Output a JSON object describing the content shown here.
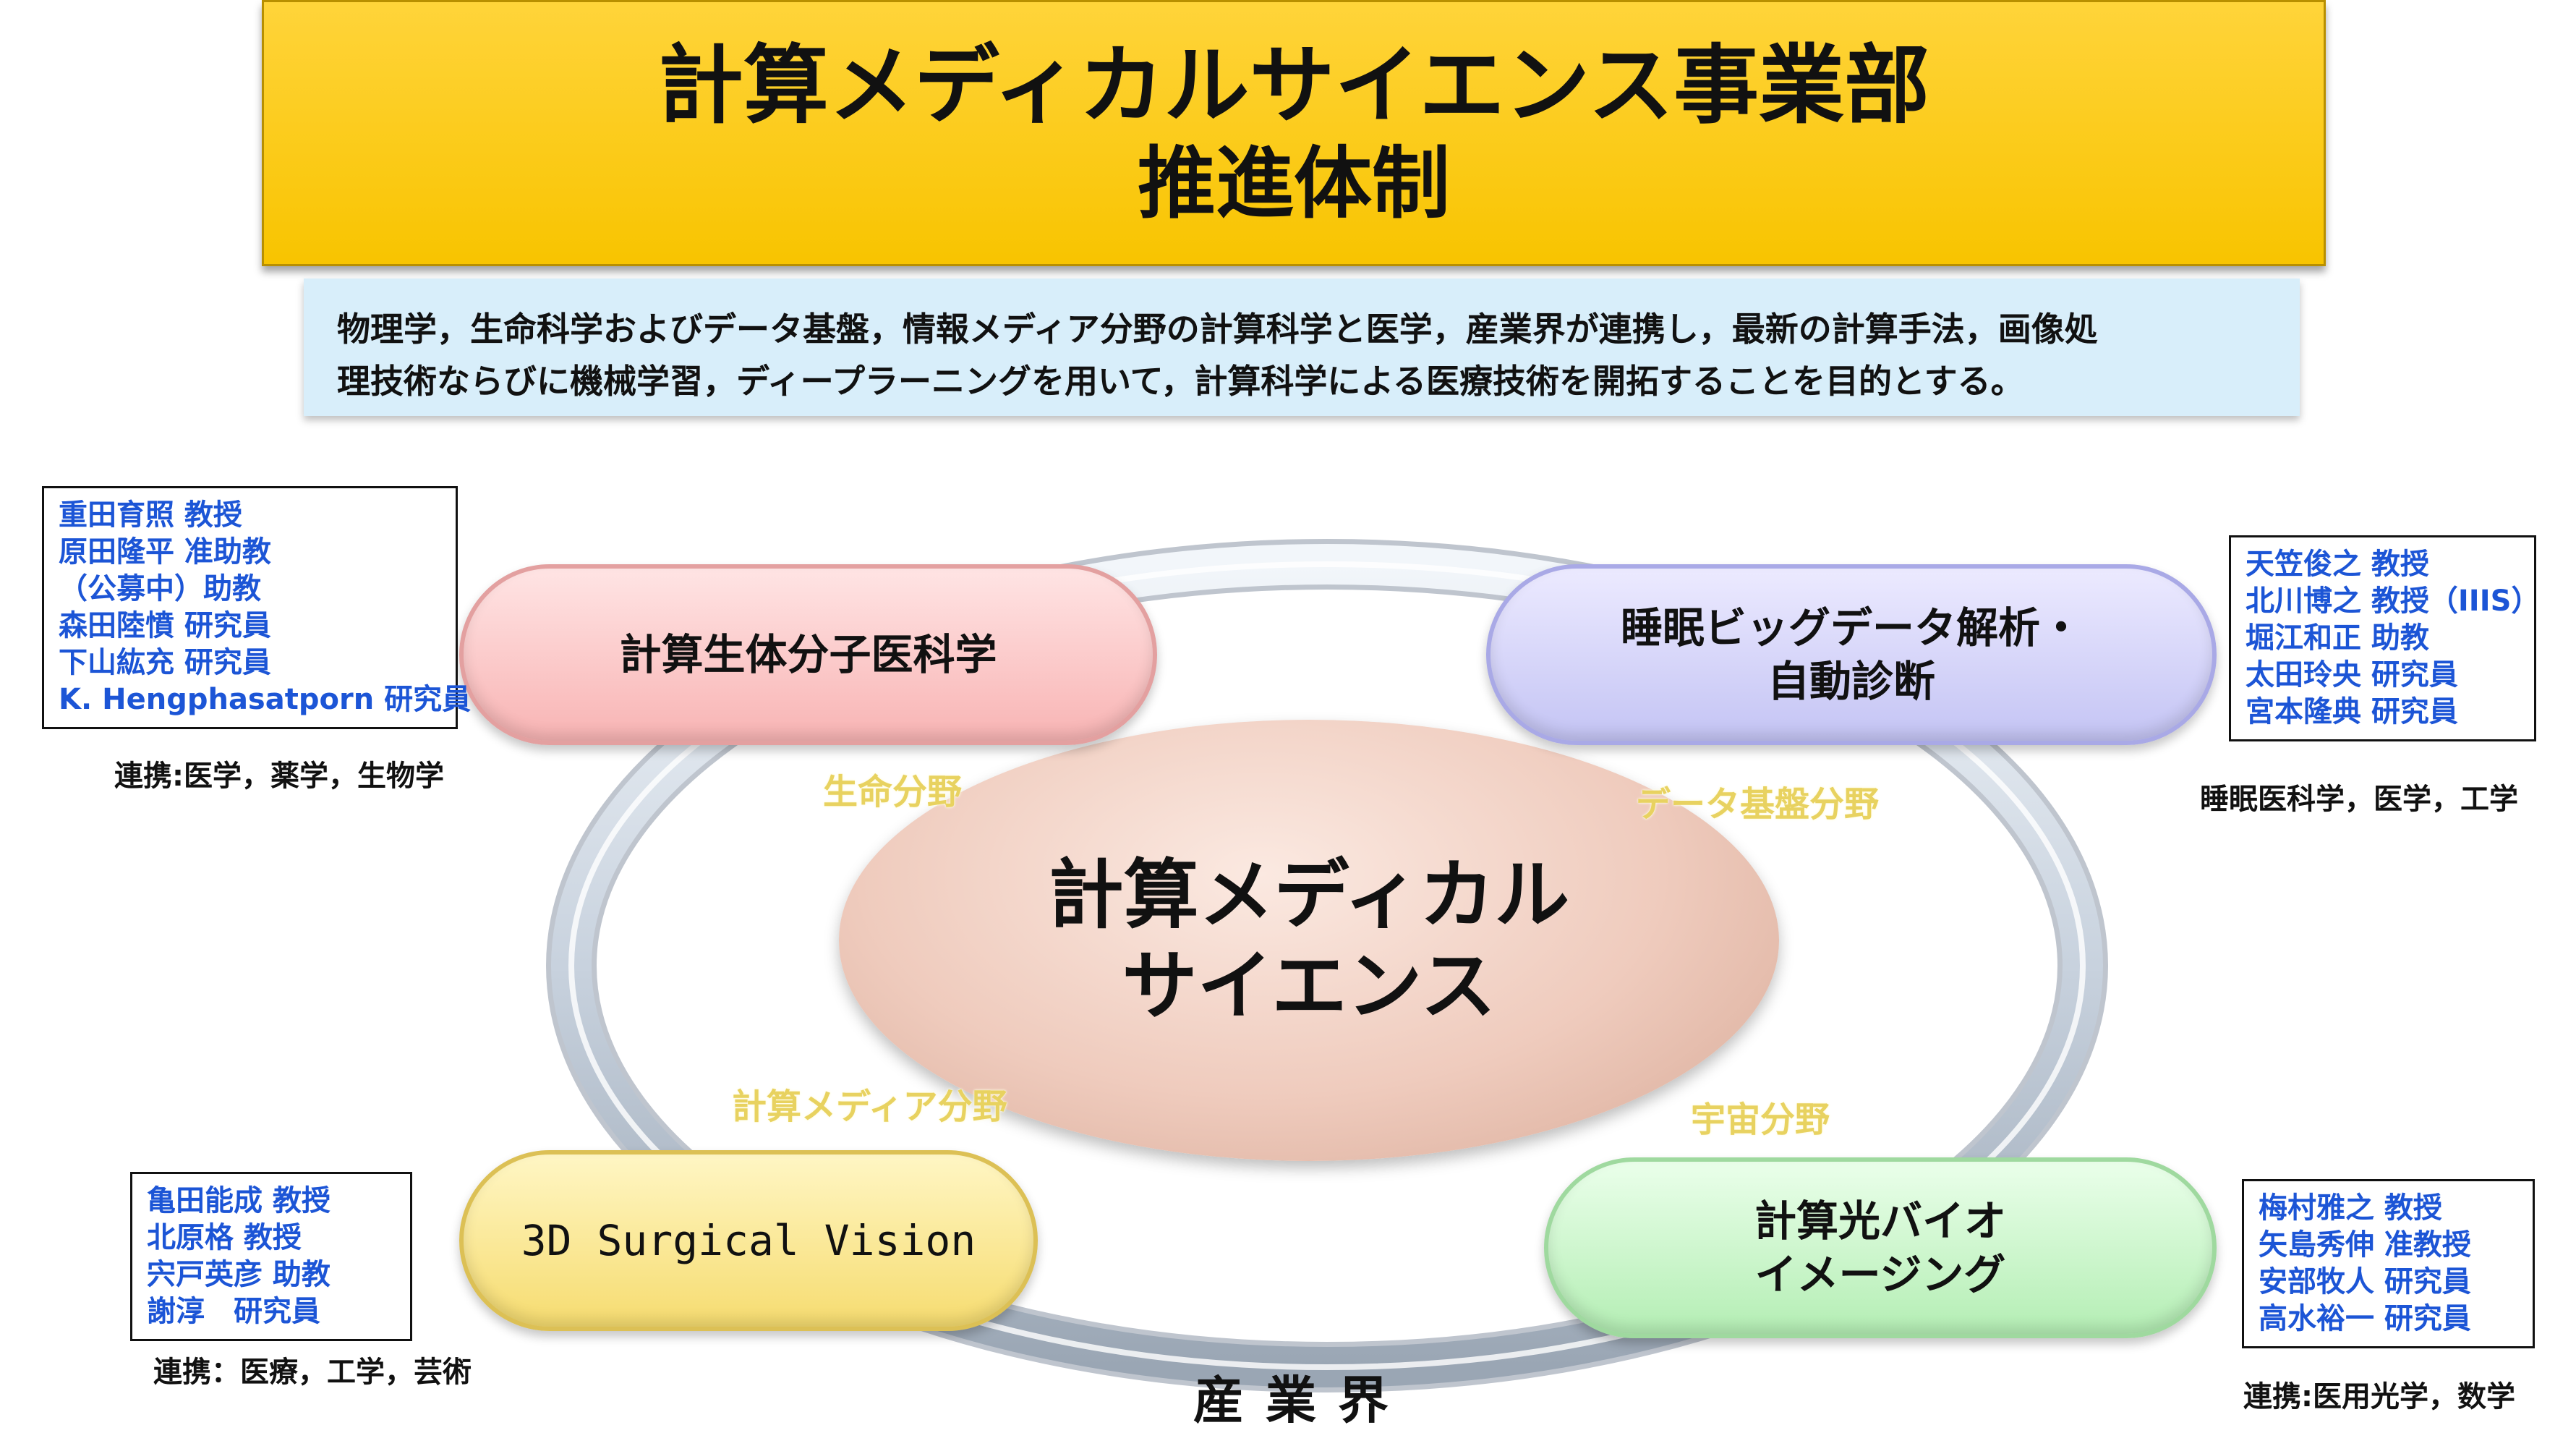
{
  "title": {
    "main": "計算メディカルサイエンス事業部",
    "sub": "推進体制"
  },
  "description": {
    "line1": "物理学，生命科学およびデータ基盤，情報メディア分野の計算科学と医学，産業界が連携し，最新の計算手法，画像処",
    "line2": "理技術ならびに機械学習，ディープラーニングを用いて，計算科学による医療技術を開拓することを目的とする。"
  },
  "center": {
    "line1": "計算メディカル",
    "line2": "サイエンス"
  },
  "fields": {
    "life": "生命分野",
    "data": "データ基盤分野",
    "media": "計算メディア分野",
    "space": "宇宙分野"
  },
  "industry": "産業界",
  "groups": {
    "top_left": {
      "name": "計算生体分子医科学",
      "members": [
        "重田育照 教授",
        "原田隆平 准助教",
        "（公募中）助教",
        "森田陸憤 研究員",
        "下山紘充 研究員",
        "K. Hengphasatporn 研究員"
      ],
      "collab": "連携:医学，薬学，生物学"
    },
    "top_right": {
      "name_line1": "睡眠ビッグデータ解析・",
      "name_line2": "自動診断",
      "members": [
        "天笠俊之 教授",
        "北川博之 教授（IIIS）",
        "堀江和正 助教",
        "太田玲央 研究員",
        "宮本隆典 研究員"
      ],
      "collab": "睡眠医科学，医学，工学"
    },
    "bottom_left": {
      "name": "3D Surgical Vision",
      "members": [
        "亀田能成 教授",
        "北原格 教授",
        "宍戸英彦 助教",
        "謝淳　研究員"
      ],
      "collab": "連携：医療，工学，芸術"
    },
    "bottom_right": {
      "name_line1": "計算光バイオ",
      "name_line2": "イメージング",
      "members": [
        "梅村雅之 教授",
        "矢島秀伸 准教授",
        "安部牧人 研究員",
        "高水裕一 研究員"
      ],
      "collab": "連携:医用光学，数学"
    }
  }
}
